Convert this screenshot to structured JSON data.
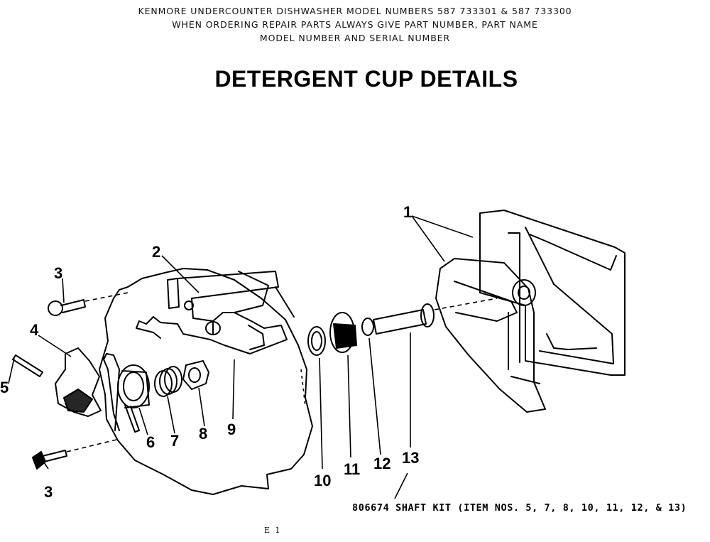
{
  "header": {
    "line1": "KENMORE UNDERCOUNTER DISHWASHER    MODEL NUMBERS 587 733301 & 587 733300",
    "line2": "WHEN ORDERING REPAIR PARTS ALWAYS GIVE PART NUMBER, PART NAME",
    "line3": "MODEL NUMBER AND SERIAL NUMBER"
  },
  "title": "DETERGENT CUP DETAILS",
  "callouts": {
    "c1": "1",
    "c2": "2",
    "c3_top": "3",
    "c3_bottom": "3",
    "c4": "4",
    "c5": "5",
    "c6": "6",
    "c7": "7",
    "c8": "8",
    "c9": "9",
    "c10": "10",
    "c11": "11",
    "c12": "12",
    "c13": "13"
  },
  "kit_note": "806674  SHAFT KIT (ITEM NOS. 5, 7, 8, 10, 11, 12, & 13)",
  "footer_code": "E 1"
}
